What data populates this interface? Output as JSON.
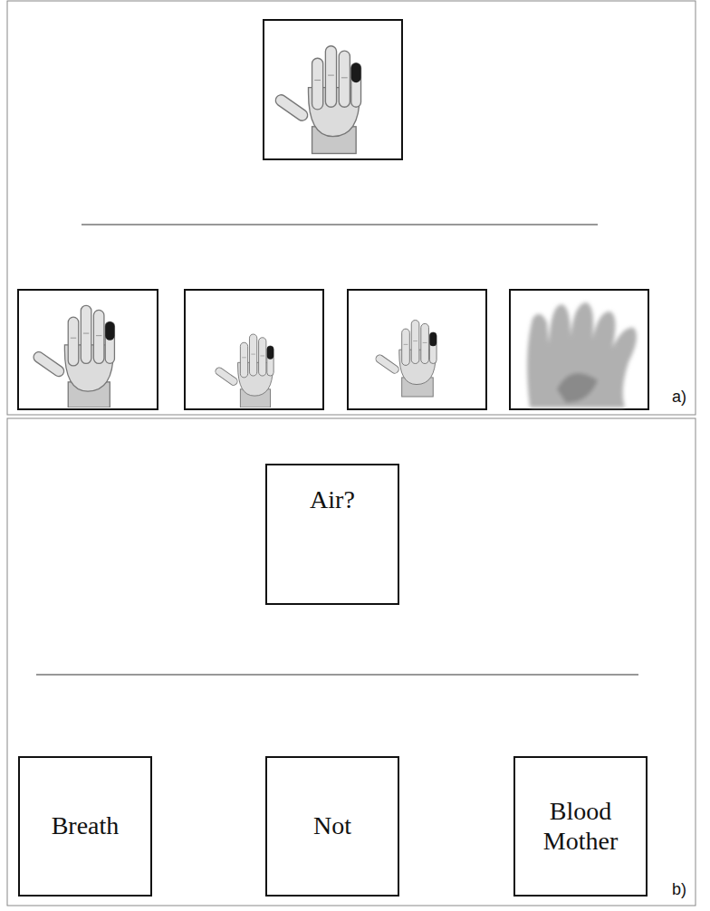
{
  "diagram": {
    "nodes": [
      {
        "text": [
          "Air?"
        ]
      },
      {
        "text": [
          "Breath"
        ]
      },
      {
        "text": [
          "Not"
        ]
      },
      {
        "text": [
          "Blood Mother"
        ]
      }
    ],
    "labels": [
      "a)",
      "b)"
    ]
  }
}
